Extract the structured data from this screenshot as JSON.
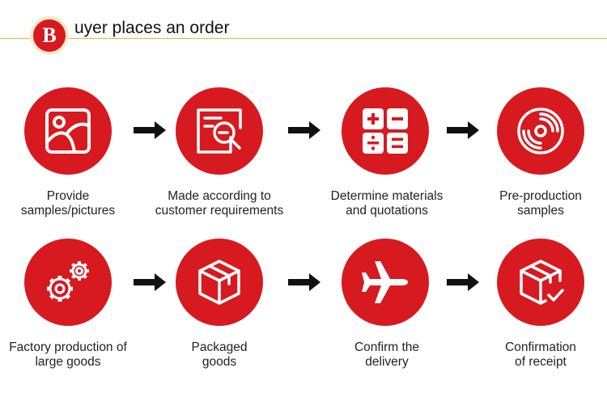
{
  "header": {
    "badge_letter": "B",
    "title": "uyer places an order"
  },
  "colors": {
    "brand_red": "#d71920",
    "accent_gold": "#e8b43a",
    "arrow": "#111111",
    "text": "#222222"
  },
  "steps": [
    {
      "icon": "image-icon",
      "line1": "Provide",
      "line2": "samples/pictures"
    },
    {
      "icon": "document-search-icon",
      "line1": "Made according to",
      "line2": "customer requirements"
    },
    {
      "icon": "calculator-icon",
      "line1": "Determine materials",
      "line2": "and quotations"
    },
    {
      "icon": "disc-icon",
      "line1": "Pre-production",
      "line2": "samples"
    },
    {
      "icon": "gears-icon",
      "line1": "Factory production of",
      "line2": "large goods"
    },
    {
      "icon": "box-icon",
      "line1": "Packaged",
      "line2": "goods"
    },
    {
      "icon": "airplane-icon",
      "line1": "Confirm the",
      "line2": "delivery"
    },
    {
      "icon": "box-check-icon",
      "line1": "Confirmation",
      "line2": "of receipt"
    }
  ]
}
